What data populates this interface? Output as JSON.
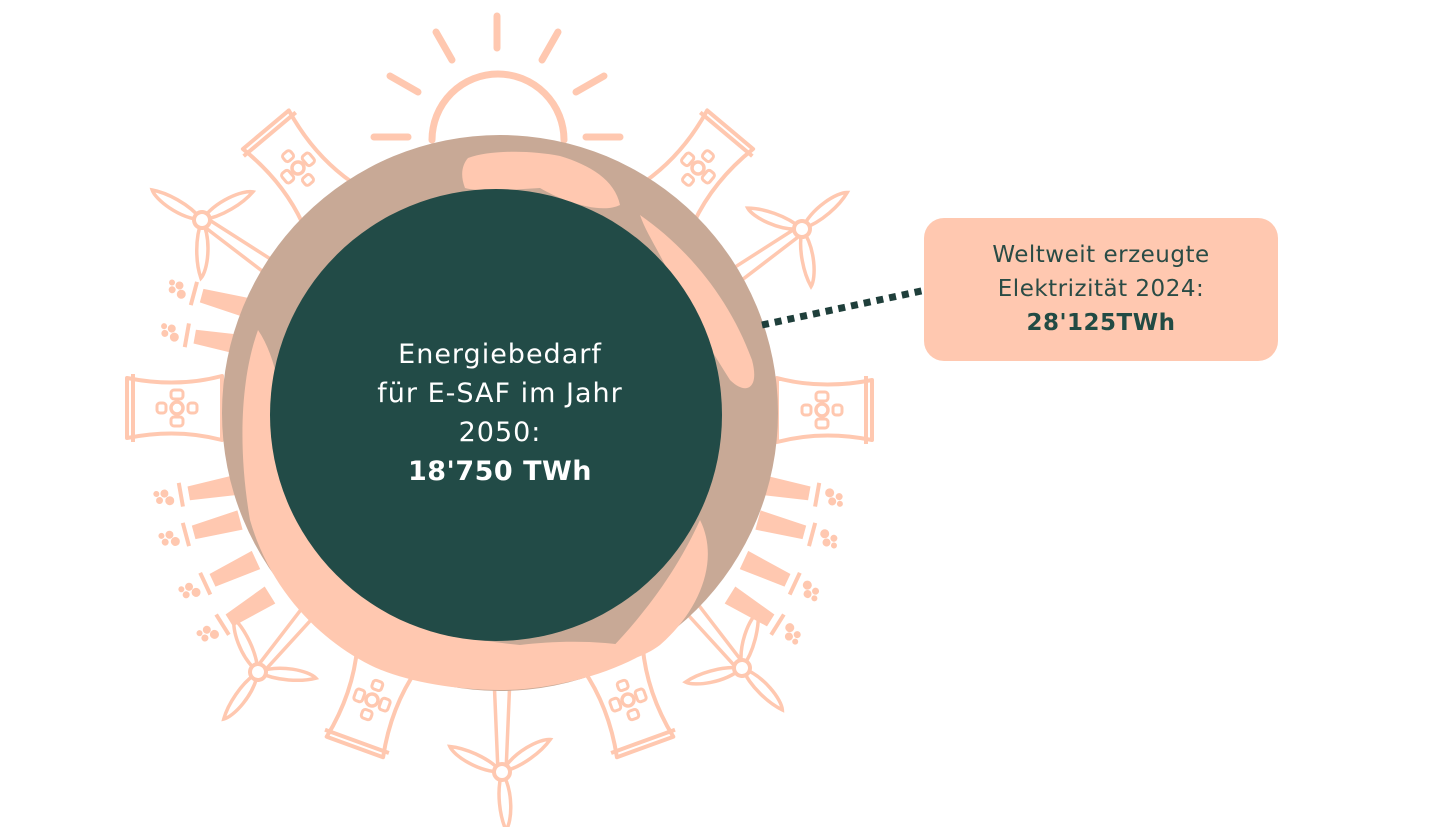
{
  "center": {
    "line1": "Energiebedarf",
    "line2": "für E-SAF im Jahr",
    "line3": "2050:",
    "value": "18'750 TWh"
  },
  "callout": {
    "line1": "Weltweit erzeugte",
    "line2": "Elektrizität 2024:",
    "value": "28'125TWh"
  },
  "colors": {
    "inner_circle": "#224b47",
    "ring": "#c8a996",
    "outline_icons": "#ffc8b0",
    "callout_fill": "#ffc8b0",
    "connector": "#1f3f3b"
  }
}
